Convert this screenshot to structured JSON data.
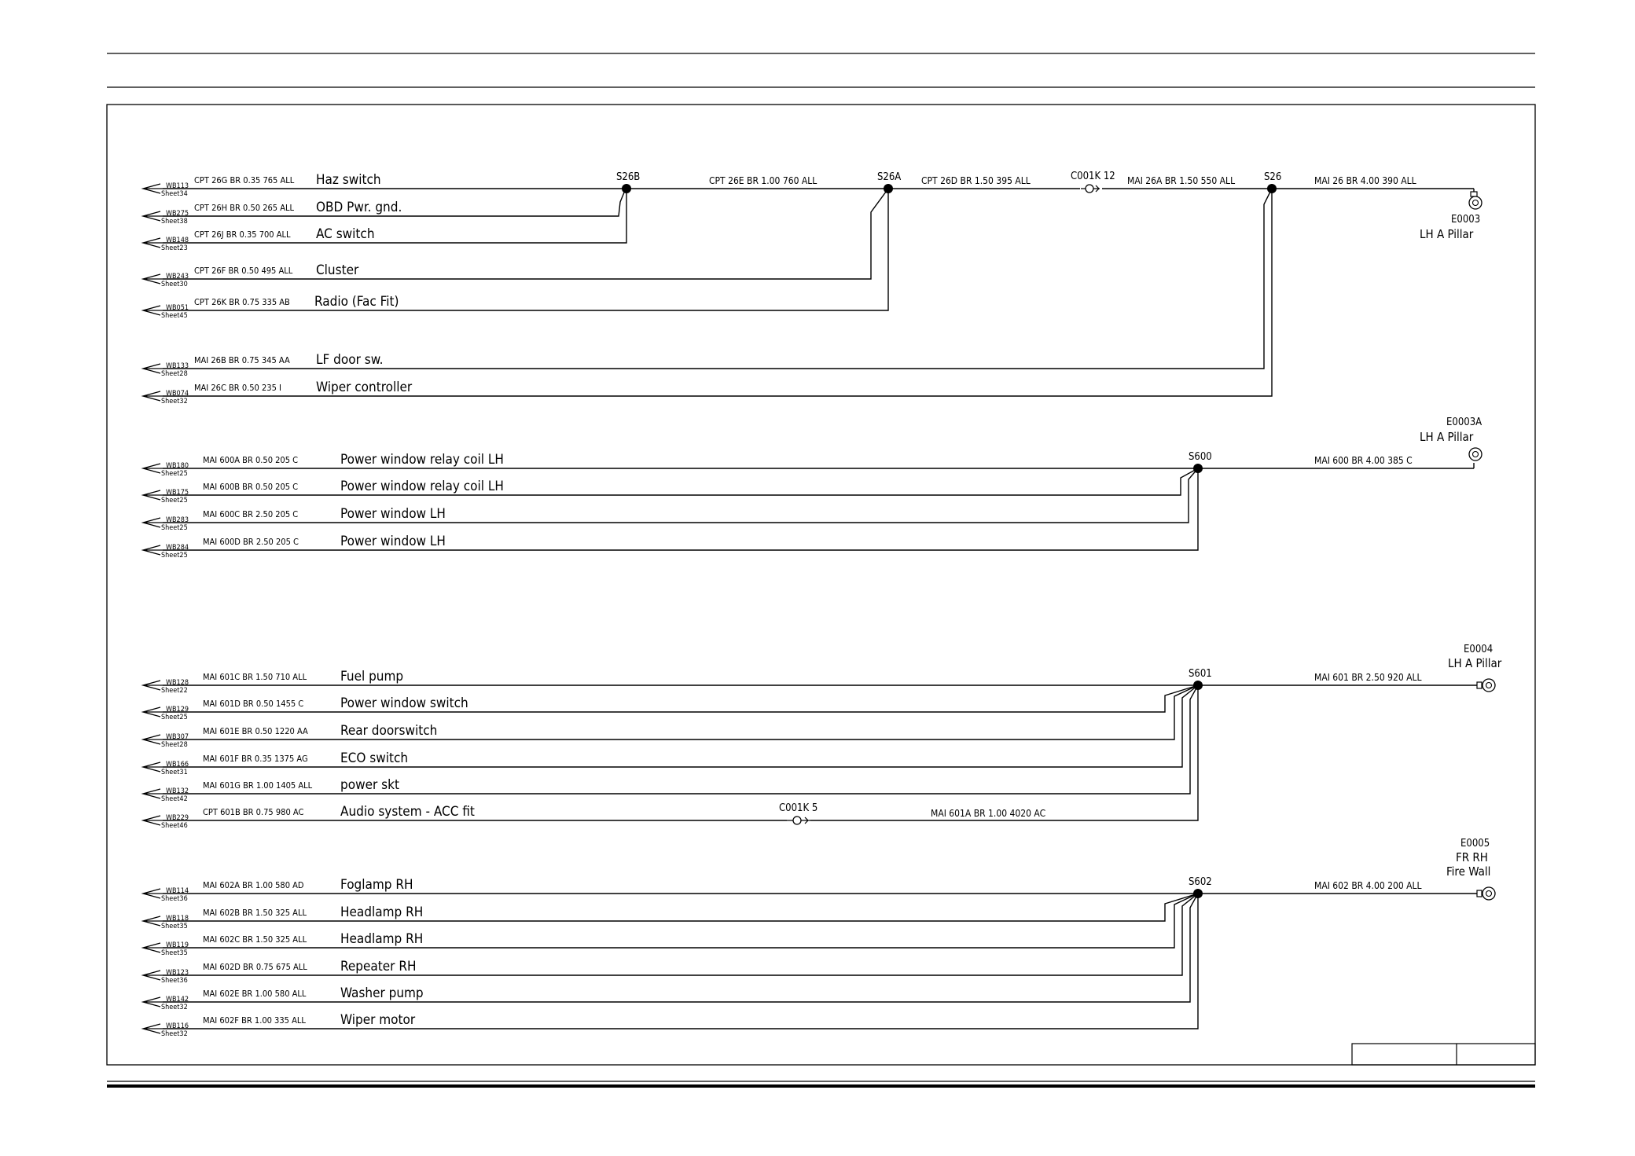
{
  "colors": {
    "ink": "#000000",
    "paper": "#ffffff"
  },
  "groups": [
    {
      "rows": [
        {
          "wb": "WB113",
          "sheet": "Sheet34",
          "spec": "CPT   26G  BR  0.35  765  ALL",
          "label": "Haz switch"
        },
        {
          "wb": "WB275",
          "sheet": "Sheet38",
          "spec": "CPT   26H  BR  0.50  265  ALL",
          "label": "OBD Pwr. gnd."
        },
        {
          "wb": "WB148",
          "sheet": "Sheet23",
          "spec": "CPT   26J  BR  0.35  700  ALL",
          "label": "AC switch"
        },
        {
          "wb": "WB243",
          "sheet": "Sheet30",
          "spec": "CPT   26F  BR  0.50  495  ALL",
          "label": "Cluster"
        },
        {
          "wb": "WB051",
          "sheet": "Sheet45",
          "spec": "CPT   26K  BR  0.75  335  AB",
          "label": "Radio (Fac Fit)"
        },
        {
          "wb": "WB133",
          "sheet": "Sheet28",
          "spec": "MAI  26B  BR  0.75  345  AA",
          "label": "LF door sw."
        },
        {
          "wb": "WB074",
          "sheet": "Sheet32",
          "spec": "MAI  26C  BR  0.50  235  I",
          "label": "Wiper controller"
        }
      ],
      "splices": [
        "S26B",
        "S26A",
        "S26"
      ],
      "trunk_segments": [
        "CPT   26E  BR  1.00  760  ALL",
        "CPT   26D  BR  1.50  395  ALL",
        "MAI  26A  BR  1.50  550  ALL",
        "MAI  26  BR  4.00  390  ALL"
      ],
      "connector": "C001K  12",
      "ground": {
        "id": "E0003",
        "location": [
          "LH  A  Pillar"
        ]
      }
    },
    {
      "rows": [
        {
          "wb": "WB180",
          "sheet": "Sheet25",
          "spec": "MAI    600A  BR  0.50  205  C",
          "label": "Power window relay coil LH"
        },
        {
          "wb": "WB175",
          "sheet": "Sheet25",
          "spec": "MAI    600B  BR  0.50  205  C",
          "label": "Power window relay coil LH"
        },
        {
          "wb": "WB283",
          "sheet": "Sheet25",
          "spec": "MAI    600C  BR  2.50  205  C",
          "label": "Power window LH"
        },
        {
          "wb": "WB284",
          "sheet": "Sheet25",
          "spec": "MAI    600D  BR  2.50  205  C",
          "label": "Power window LH"
        }
      ],
      "splice": "S600",
      "trunk_segment": "MAI  600  BR  4.00  385  C",
      "ground": {
        "id": "E0003A",
        "location": [
          "LH  A  Pillar"
        ]
      }
    },
    {
      "rows": [
        {
          "wb": "WB128",
          "sheet": "Sheet22",
          "spec": "MAI    601C  BR  1.50  710  ALL",
          "label": "Fuel pump"
        },
        {
          "wb": "WB129",
          "sheet": "Sheet25",
          "spec": "MAI    601D  BR  0.50  1455  C",
          "label": "Power window switch"
        },
        {
          "wb": "WB307",
          "sheet": "Sheet28",
          "spec": "MAI    601E  BR  0.50  1220  AA",
          "label": "Rear doorswitch"
        },
        {
          "wb": "WB166",
          "sheet": "Sheet31",
          "spec": "MAI    601F  BR  0.35  1375  AG",
          "label": "ECO switch"
        },
        {
          "wb": "WB132",
          "sheet": "Sheet42",
          "spec": "MAI    601G  BR  1.00  1405  ALL",
          "label": "power skt"
        },
        {
          "wb": "WB229",
          "sheet": "Sheet46",
          "spec": "CPT    601B  BR  0.75  980  AC",
          "label": "Audio system - ACC fit"
        }
      ],
      "connector": "C001K  5",
      "connector_segment": "MAI  601A  BR  1.00  4020  AC",
      "splice": "S601",
      "trunk_segment": "MAI  601  BR  2.50  920  ALL",
      "ground": {
        "id": "E0004",
        "location": [
          "LH  A  Pillar"
        ]
      }
    },
    {
      "rows": [
        {
          "wb": "WB114",
          "sheet": "Sheet36",
          "spec": "MAI    602A  BR  1.00  580  AD",
          "label": "Foglamp RH"
        },
        {
          "wb": "WB118",
          "sheet": "Sheet35",
          "spec": "MAI    602B  BR  1.50  325  ALL",
          "label": "Headlamp RH"
        },
        {
          "wb": "WB119",
          "sheet": "Sheet35",
          "spec": "MAI    602C  BR  1.50  325  ALL",
          "label": "Headlamp RH"
        },
        {
          "wb": "WB123",
          "sheet": "Sheet36",
          "spec": "MAI    602D  BR  0.75  675  ALL",
          "label": "Repeater RH"
        },
        {
          "wb": "WB142",
          "sheet": "Sheet32",
          "spec": "MAI    602E  BR  1.00  580  ALL",
          "label": "Washer pump"
        },
        {
          "wb": "WB116",
          "sheet": "Sheet32",
          "spec": "MAI    602F  BR  1.00  335  ALL",
          "label": "Wiper motor"
        }
      ],
      "splice": "S602",
      "trunk_segment": "MAI  602  BR  4.00  200  ALL",
      "ground": {
        "id": "E0005",
        "location": [
          "FR  RH",
          "Fire  Wall"
        ]
      }
    }
  ]
}
